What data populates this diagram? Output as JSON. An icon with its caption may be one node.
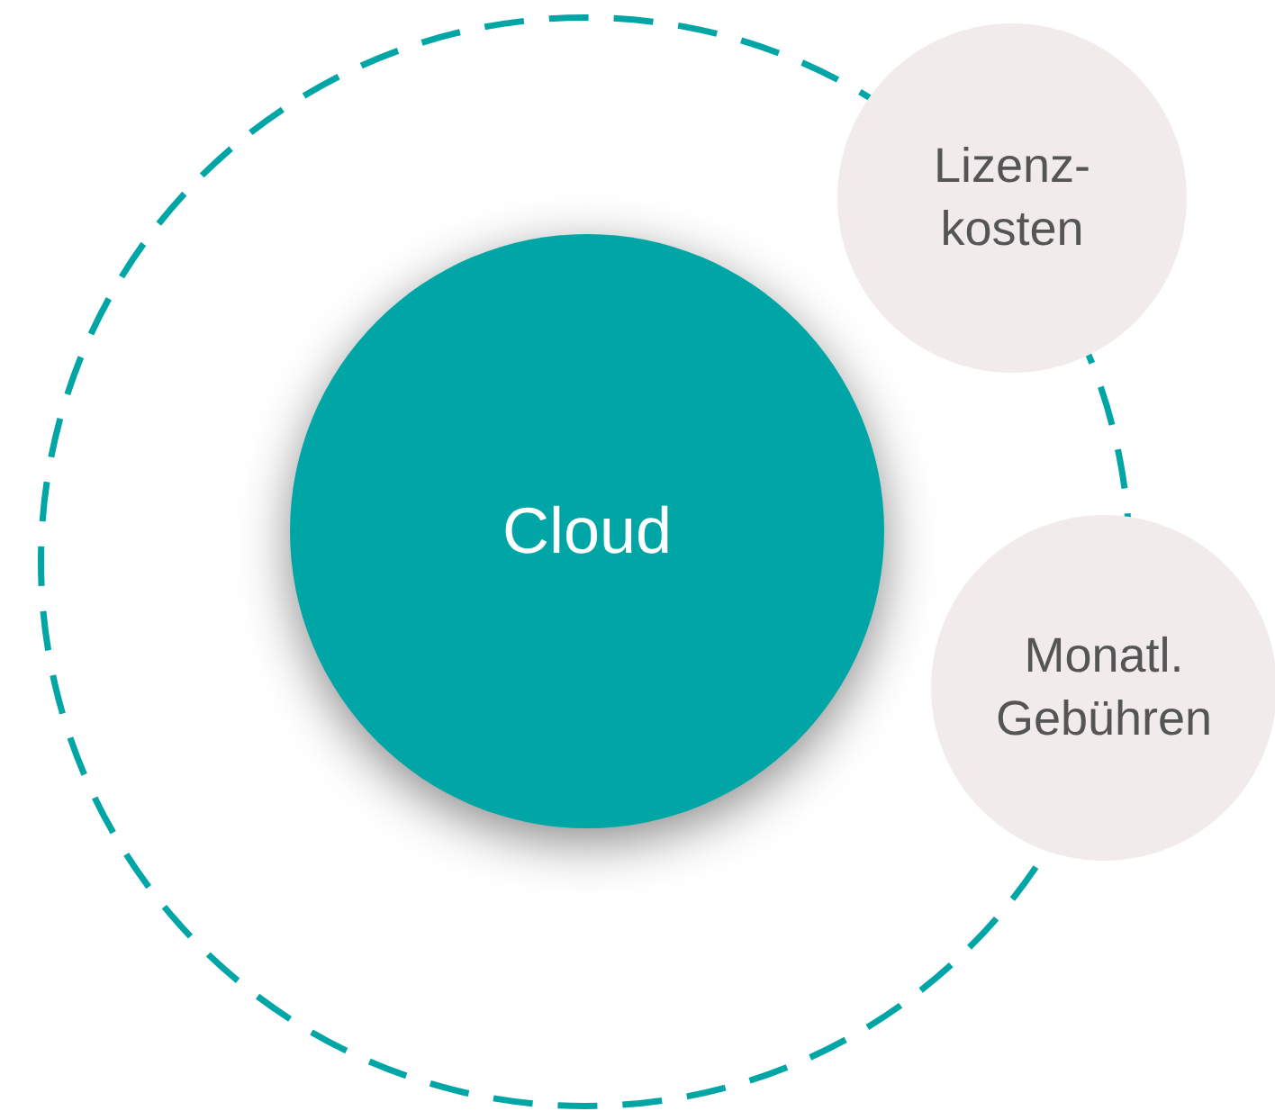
{
  "diagram": {
    "nodes": [
      {
        "text": [],
        "shape": "circle"
      },
      {
        "text": [
          "Cloud"
        ],
        "in": 0
      },
      {
        "text": [
          "Lizenz- kosten"
        ]
      },
      {
        "text": [
          "Monatl. Gebühren"
        ]
      }
    ]
  }
}
